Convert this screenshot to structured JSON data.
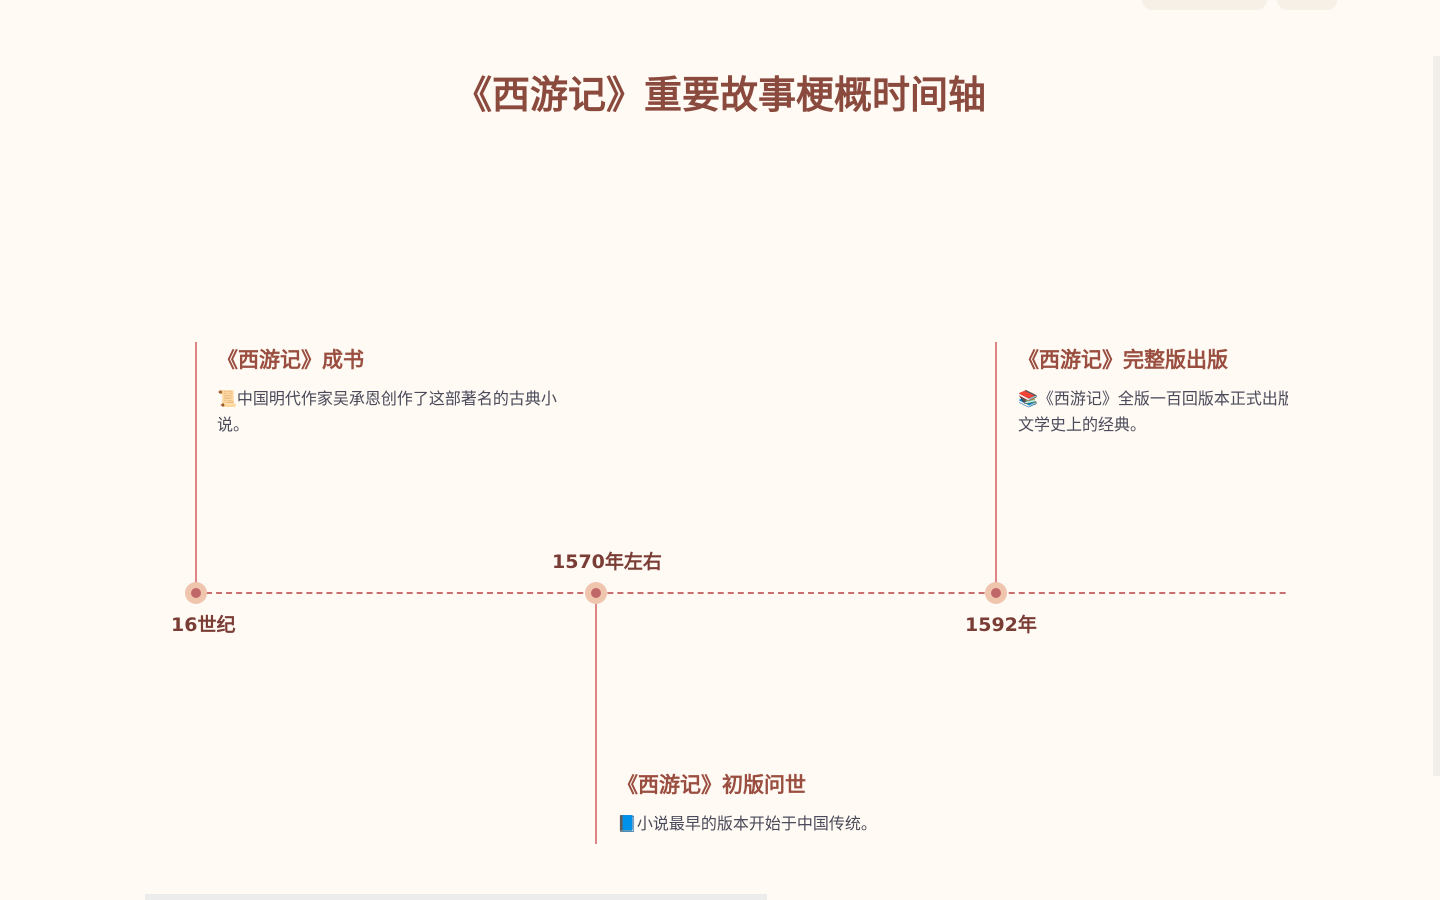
{
  "title": "《西游记》重要故事梗概时间轴",
  "colors": {
    "accent": "#c06868",
    "title": "#8b4a3e",
    "dot_ring": "#efc5ae"
  },
  "events": [
    {
      "date": "16世纪",
      "title": "《西游记》成书",
      "icon": "scroll-icon",
      "emoji": "📜",
      "text": "中国明代作家吴承恩创作了这部著名的古典小说。"
    },
    {
      "date": "1570年左右",
      "title": "《西游记》初版问世",
      "icon": "blue-book-icon",
      "emoji": "📘",
      "text": "小说最早的版本开始于中国传统。"
    },
    {
      "date": "1592年",
      "title": "《西游记》完整版出版",
      "icon": "books-icon",
      "emoji": "📚",
      "text": "《西游记》全版一百回版本正式出版，成为中国文学史上的经典。"
    }
  ]
}
